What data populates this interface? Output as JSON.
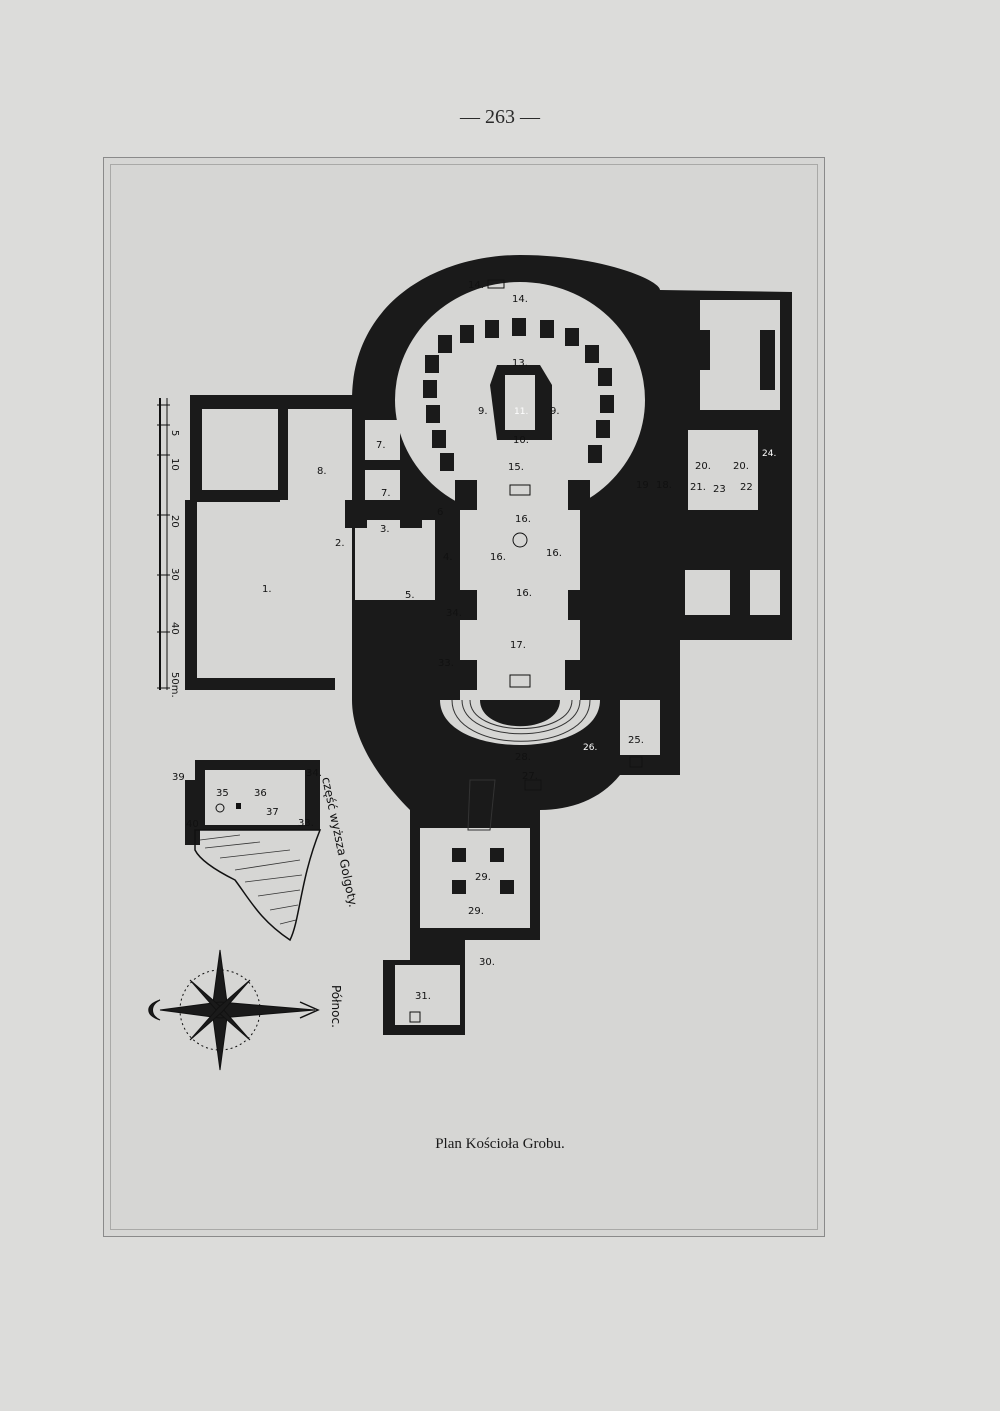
{
  "page": {
    "number": "— 263 —",
    "caption": "Plan Kościoła Grobu."
  },
  "scale": {
    "ticks": [
      "5",
      "10",
      "20",
      "30",
      "40",
      "50m."
    ]
  },
  "rooms": [
    "1.",
    "2.",
    "3.",
    "4.",
    "5.",
    "6",
    "7.",
    "7.",
    "8.",
    "9.",
    "9.",
    "10.",
    "11.",
    "13.",
    "14.",
    "14.",
    "15.",
    "16.",
    "16.",
    "16.",
    "16.",
    "17.",
    "18.",
    "19",
    "20.",
    "20.",
    "21.",
    "22",
    "23",
    "24.",
    "25.",
    "26.",
    "27.",
    "28.",
    "29.",
    "29.",
    "30.",
    "31.",
    "33.",
    "34.",
    "35",
    "36",
    "37",
    "33.",
    "34.",
    "39",
    "40"
  ],
  "golgotha": {
    "label": "część wyższa Golgoty."
  },
  "compass": {
    "label": "Północ."
  },
  "colors": {
    "ink": "#1a1a1a",
    "paper": "#dcdcda"
  }
}
